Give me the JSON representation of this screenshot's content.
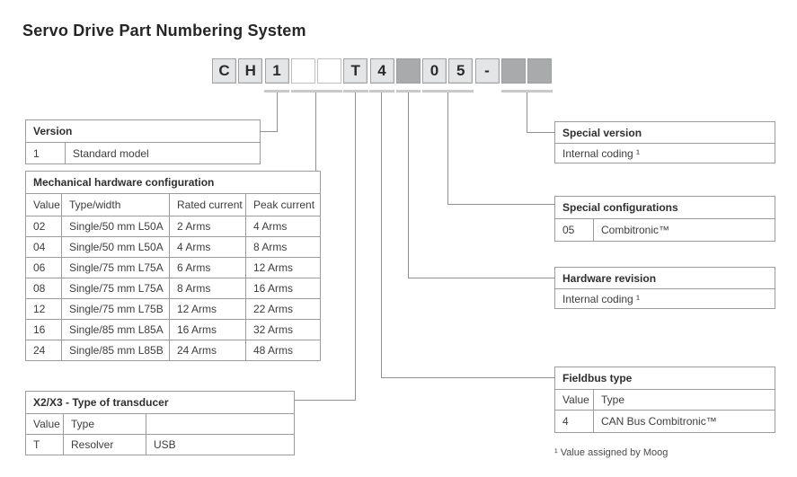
{
  "title": "Servo Drive Part Numbering System",
  "part_number": {
    "cells": [
      {
        "char": "C",
        "type": "char"
      },
      {
        "char": "H",
        "type": "char"
      },
      {
        "char": "1",
        "type": "char"
      },
      {
        "char": "",
        "type": "empty"
      },
      {
        "char": "",
        "type": "empty"
      },
      {
        "char": "T",
        "type": "char"
      },
      {
        "char": "4",
        "type": "char"
      },
      {
        "char": "",
        "type": "assigned"
      },
      {
        "char": "0",
        "type": "char"
      },
      {
        "char": "5",
        "type": "char"
      },
      {
        "char": "-",
        "type": "char"
      },
      {
        "char": "",
        "type": "assigned"
      },
      {
        "char": "",
        "type": "assigned"
      }
    ]
  },
  "tables": {
    "version": {
      "title": "Version",
      "rows": [
        [
          "1",
          "Standard model"
        ]
      ]
    },
    "mechanical": {
      "title": "Mechanical hardware configuration",
      "columns": [
        "Value",
        "Type/width",
        "Rated current",
        "Peak current"
      ],
      "rows": [
        [
          "02",
          "Single/50 mm L50A",
          "2 Arms",
          "4 Arms"
        ],
        [
          "04",
          "Single/50 mm L50A",
          "4 Arms",
          "8 Arms"
        ],
        [
          "06",
          "Single/75 mm L75A",
          "6 Arms",
          "12 Arms"
        ],
        [
          "08",
          "Single/75 mm L75A",
          "8 Arms",
          "16 Arms"
        ],
        [
          "12",
          "Single/75 mm L75B",
          "12 Arms",
          "22 Arms"
        ],
        [
          "16",
          "Single/85 mm L85A",
          "16 Arms",
          "32 Arms"
        ],
        [
          "24",
          "Single/85 mm L85B",
          "24 Arms",
          "48 Arms"
        ]
      ]
    },
    "transducer": {
      "title": "X2/X3 - Type of transducer",
      "columns": [
        "Value",
        "Type",
        ""
      ],
      "rows": [
        [
          "T",
          "Resolver",
          "USB"
        ]
      ]
    },
    "special_version": {
      "title": "Special version",
      "note": "Internal coding ¹"
    },
    "special_configurations": {
      "title": "Special configurations",
      "rows": [
        [
          "05",
          "Combitronic™"
        ]
      ]
    },
    "hardware_revision": {
      "title": "Hardware revision",
      "note": "Internal coding ¹"
    },
    "fieldbus": {
      "title": "Fieldbus type",
      "columns": [
        "Value",
        "Type"
      ],
      "rows": [
        [
          "4",
          "CAN Bus Combitronic™"
        ]
      ]
    }
  },
  "footnote": "¹ Value assigned by Moog"
}
